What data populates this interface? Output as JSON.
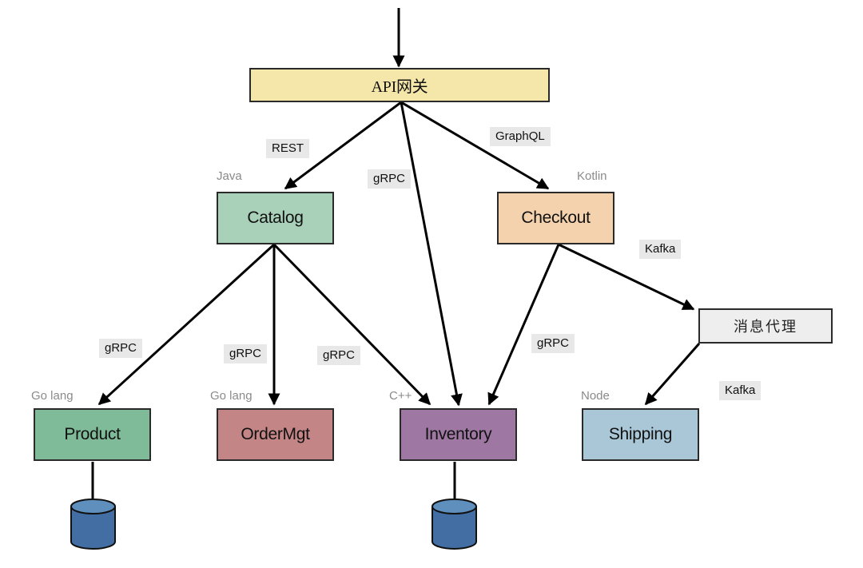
{
  "diagram": {
    "nodes": {
      "gateway": {
        "label": "API网关",
        "color": "#f5e7a9"
      },
      "catalog": {
        "label": "Catalog",
        "lang": "Java",
        "color": "#a9d0b8"
      },
      "checkout": {
        "label": "Checkout",
        "lang": "Kotlin",
        "color": "#f4d2ad"
      },
      "broker": {
        "label": "消息代理",
        "color": "#eeeeee"
      },
      "product": {
        "label": "Product",
        "lang": "Go lang",
        "color": "#7fbb98"
      },
      "ordermgt": {
        "label": "OrderMgt",
        "lang": "Go lang",
        "color": "#c48586"
      },
      "inventory": {
        "label": "Inventory",
        "lang": "C++",
        "color": "#9e77a2"
      },
      "shipping": {
        "label": "Shipping",
        "lang": "Node",
        "color": "#a9c7d7"
      }
    },
    "edges": [
      {
        "from": "client",
        "to": "gateway",
        "label": ""
      },
      {
        "from": "gateway",
        "to": "catalog",
        "label": "REST"
      },
      {
        "from": "gateway",
        "to": "inventory",
        "label": "gRPC"
      },
      {
        "from": "gateway",
        "to": "checkout",
        "label": "GraphQL"
      },
      {
        "from": "catalog",
        "to": "product",
        "label": "gRPC"
      },
      {
        "from": "catalog",
        "to": "ordermgt",
        "label": "gRPC"
      },
      {
        "from": "catalog",
        "to": "inventory",
        "label": "gRPC"
      },
      {
        "from": "checkout",
        "to": "inventory",
        "label": "gRPC"
      },
      {
        "from": "checkout",
        "to": "broker",
        "label": "Kafka"
      },
      {
        "from": "broker",
        "to": "shipping",
        "label": "Kafka"
      }
    ],
    "databases": [
      {
        "attached_to": "product"
      },
      {
        "attached_to": "inventory"
      }
    ],
    "db_colors": {
      "top": "#5e8fbd",
      "body": "#426ea3"
    }
  }
}
